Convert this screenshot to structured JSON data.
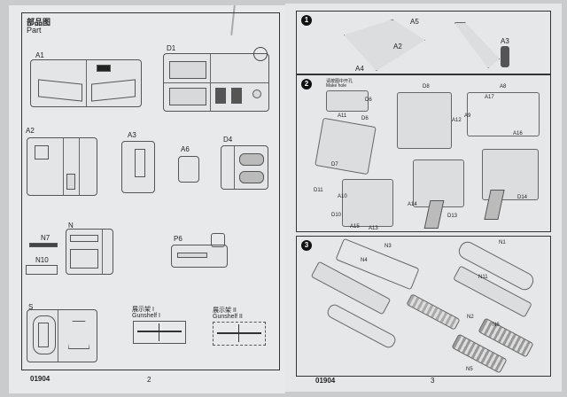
{
  "left_page": {
    "title_cn": "部品图",
    "title_en": "Part",
    "sprues": [
      {
        "id": "A1"
      },
      {
        "id": "D1"
      },
      {
        "id": "A2"
      },
      {
        "id": "A3"
      },
      {
        "id": "A6"
      },
      {
        "id": "D4"
      },
      {
        "id": "N7"
      },
      {
        "id": "N"
      },
      {
        "id": "N10"
      },
      {
        "id": "P6"
      },
      {
        "id": "S"
      }
    ],
    "gunshelf_1": {
      "cn": "展示架 I",
      "en": "Gunshelf I"
    },
    "gunshelf_2": {
      "cn": "展示架 II",
      "en": "Gunshelf II"
    },
    "footer_code": "01904",
    "page_number": "2"
  },
  "right_page": {
    "steps": [
      {
        "number": "1",
        "labels": [
          "A5",
          "A2",
          "A4",
          "A3"
        ]
      },
      {
        "number": "2",
        "note_cn": "请按图中开孔",
        "note_en": "Make hole",
        "labels": [
          "D6",
          "A11",
          "D6",
          "D7",
          "D8",
          "A12",
          "A17",
          "A8",
          "A9",
          "A16",
          "D11",
          "A10",
          "D10",
          "A15",
          "A13",
          "A14",
          "D13",
          "D14"
        ]
      },
      {
        "number": "3",
        "labels": [
          "N3",
          "N4",
          "N1",
          "N11",
          "N2",
          "N6",
          "N5"
        ]
      }
    ],
    "footer_code": "01904",
    "page_number": "3"
  }
}
